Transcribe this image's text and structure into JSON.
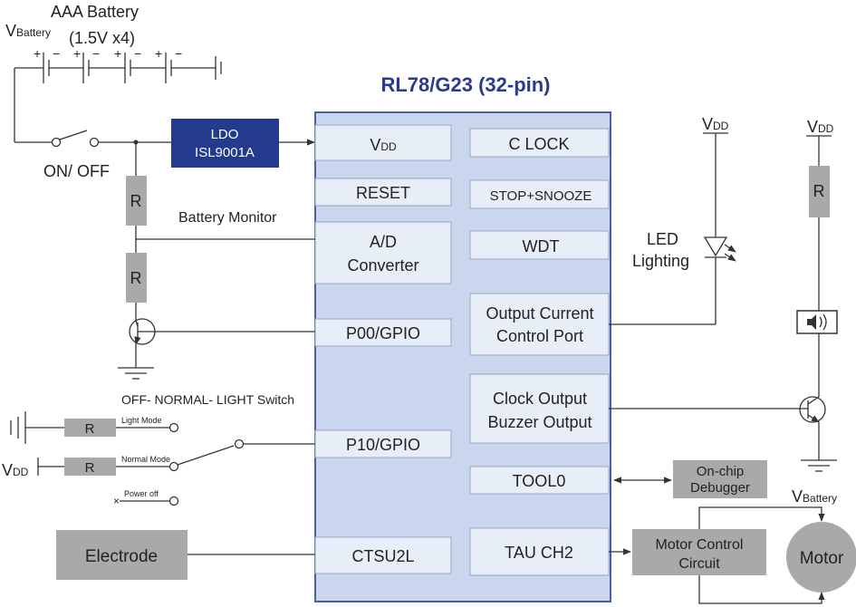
{
  "title": "RL78/G23 (32-pin)",
  "battery": {
    "label": "AAA Battery",
    "spec": "(1.5V  x4)",
    "v_main": "V",
    "v_sub": "Battery",
    "polarity": [
      "+",
      "−",
      "+",
      "−",
      "+",
      "−",
      "+",
      "−"
    ]
  },
  "switch_label": "ON/ OFF",
  "ldo": {
    "line1": "LDO",
    "line2": "ISL9001A"
  },
  "resistor": "R",
  "battery_monitor": "Battery Monitor",
  "switch_section": {
    "title": "OFF- NORMAL- LIGHT Switch",
    "light_mode": "Light Mode",
    "normal_mode": "Normal Mode",
    "power_off": "Power off",
    "vdd_main": "V",
    "vdd_sub": "DD"
  },
  "mcu_left": {
    "vdd_main": "V",
    "vdd_sub": "DD",
    "reset": "RESET",
    "adc_line1": "A/D",
    "adc_line2": "Converter",
    "p00": "P00/GPIO",
    "p10": "P10/GPIO",
    "ctsu": "CTSU2L"
  },
  "mcu_right": {
    "clock": "C LOCK",
    "stop": "STOP+SNOOZE",
    "wdt": "WDT",
    "output_line1": "Output Current",
    "output_line2": "Control Port",
    "clockout_line1": "Clock Output",
    "clockout_line2": "Buzzer Output",
    "tool0": "TOOL0",
    "tau": "TAU CH2"
  },
  "led": {
    "line1": "LED",
    "line2": "Lighting",
    "vdd_main": "V",
    "vdd_sub": "DD"
  },
  "buzzer": {
    "vdd_main": "V",
    "vdd_sub": "DD"
  },
  "debugger": {
    "line1": "On-chip",
    "line2": "Debugger"
  },
  "electrode": "Electrode",
  "motor_circuit": {
    "line1": "Motor  Control",
    "line2": "Circuit"
  },
  "motor": {
    "label": "Motor",
    "v_main": "V",
    "v_sub": "Battery"
  },
  "colors": {
    "title": "#2b3a8f",
    "ldo": "#233a8e",
    "mcu_fill": "#c9d6ee",
    "mcu_border": "#4a5fa8",
    "gray_box": "#a9a9a9"
  }
}
